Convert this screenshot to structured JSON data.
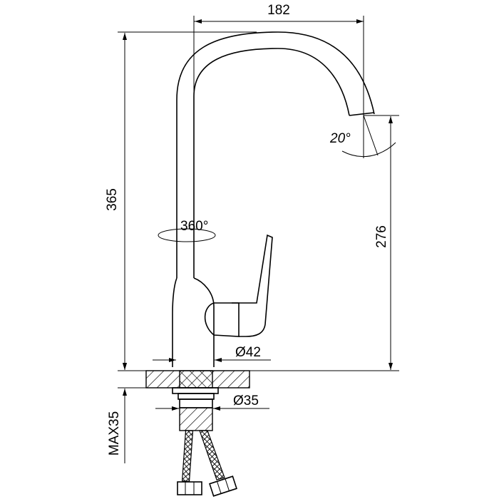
{
  "title": "Kitchen faucet dimension drawing",
  "dimensions": {
    "width": "182",
    "height": "365",
    "spout_height": "276",
    "base_diameter": "Ø42",
    "shank_diameter": "Ø35",
    "max_counter_thickness": "MAX35",
    "spout_rotation": "360°",
    "spout_tilt": "20°"
  },
  "colors": {
    "line": "#000000",
    "background": "#ffffff"
  }
}
